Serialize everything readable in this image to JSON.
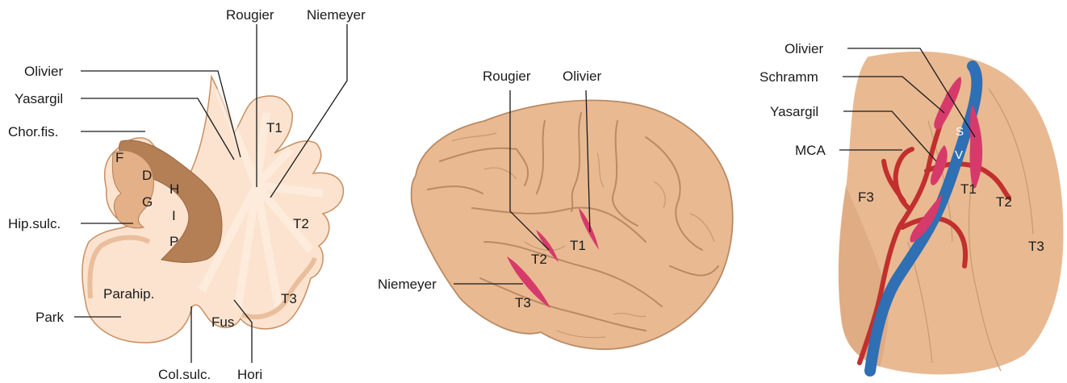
{
  "left_panel": {
    "labels": {
      "rougier": "Rougier",
      "niemeyer": "Niemeyer",
      "olivier": "Olivier",
      "yasargil": "Yasargil",
      "chor_fis": "Chor.fis.",
      "f": "F",
      "d": "D",
      "h": "H",
      "g": "G",
      "i": "I",
      "p": "P",
      "hip_sulc": "Hip.sulc.",
      "t1": "T1",
      "t2": "T2",
      "t3": "T3",
      "parahip": "Parahip.",
      "park": "Park",
      "fus": "Fus",
      "col_sulc": "Col.sulc.",
      "hori": "Hori"
    }
  },
  "middle_panel": {
    "labels": {
      "rougier": "Rougier",
      "olivier": "Olivier",
      "niemeyer": "Niemeyer",
      "t1": "T1",
      "t2": "T2",
      "t3": "T3"
    }
  },
  "right_panel": {
    "labels": {
      "olivier": "Olivier",
      "schramm": "Schramm",
      "yasargil": "Yasargil",
      "mca": "MCA",
      "s": "S",
      "v": "V",
      "f3": "F3",
      "t1": "T1",
      "t2": "T2",
      "t3": "T3"
    }
  },
  "colors": {
    "brain_surface": "#e9b992",
    "brain_cut": "#fbe3cf",
    "brain_shade": "#c98e62",
    "approach_highlight": "#d63a6a",
    "vein_blue": "#2f6fb4",
    "artery_red": "#c22f2f"
  }
}
